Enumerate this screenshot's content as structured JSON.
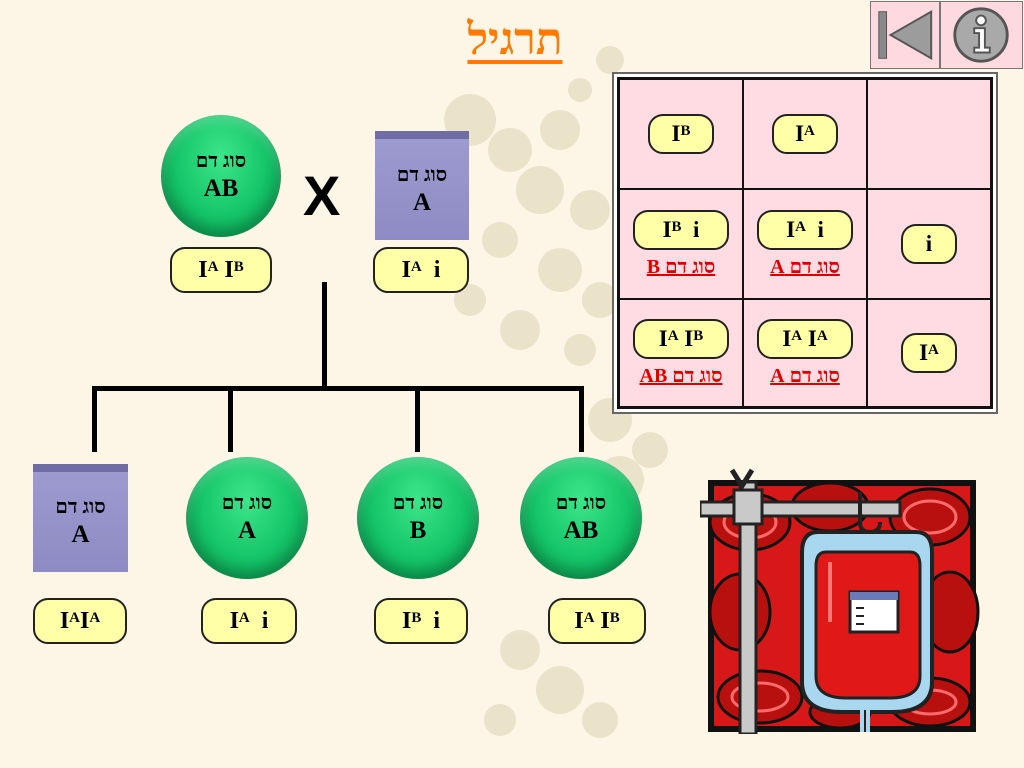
{
  "title": "תרגיל",
  "nav": {
    "back_icon": "back-arrow-icon",
    "info_icon": "info-icon"
  },
  "parents": {
    "mother": {
      "label": "סוג דם",
      "type": "AB",
      "genotype": [
        "I",
        "A",
        "I",
        "B"
      ]
    },
    "father": {
      "label": "סוג דם",
      "type": "A",
      "genotype": [
        "I",
        "A",
        "i",
        ""
      ]
    },
    "cross_symbol": "X"
  },
  "children": [
    {
      "label": "סוג דם",
      "type": "A",
      "shape": "square",
      "genotype": [
        "I",
        "A",
        "I",
        "A"
      ]
    },
    {
      "label": "סוג דם",
      "type": "A",
      "shape": "circle",
      "genotype": [
        "I",
        "A",
        "i",
        ""
      ]
    },
    {
      "label": "סוג דם",
      "type": "B",
      "shape": "circle",
      "genotype": [
        "I",
        "B",
        "i",
        ""
      ]
    },
    {
      "label": "סוג דם",
      "type": "AB",
      "shape": "circle",
      "genotype": [
        "I",
        "A",
        "I",
        "B"
      ]
    }
  ],
  "punnett": {
    "header": [
      [
        "I",
        "B"
      ],
      [
        "I",
        "A"
      ]
    ],
    "rows": [
      {
        "allele": [
          "i",
          ""
        ],
        "cells": [
          {
            "genotype": [
              "I",
              "B",
              "i",
              ""
            ],
            "result": "סוג דם B"
          },
          {
            "genotype": [
              "I",
              "A",
              "i",
              ""
            ],
            "result": "סוג דם A"
          }
        ]
      },
      {
        "allele": [
          "I",
          "A"
        ],
        "cells": [
          {
            "genotype": [
              "I",
              "A",
              "I",
              "B"
            ],
            "result": "סוג דם AB"
          },
          {
            "genotype": [
              "I",
              "A",
              "I",
              "A"
            ],
            "result": "סוג דם A"
          }
        ]
      }
    ]
  },
  "colors": {
    "title": "#ff7a00",
    "result_text": "#e00000",
    "genotype_fill": "#ffffa8",
    "circle_green": "#14c468",
    "square_purple": "#8e8bc4",
    "punnett_cell": "#ffdce4"
  }
}
